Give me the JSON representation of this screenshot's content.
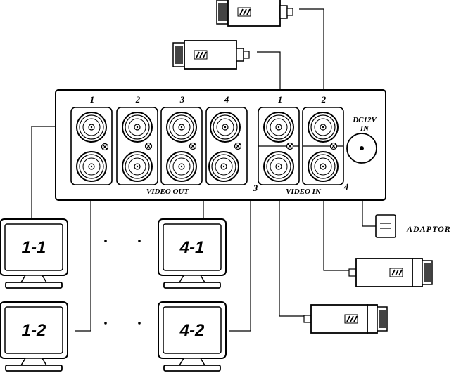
{
  "panel": {
    "out_numbers": [
      "1",
      "2",
      "3",
      "4"
    ],
    "in_numbers": [
      "1",
      "2"
    ],
    "in_numbers_lower": [
      "3",
      "4"
    ],
    "video_out_label": "VIDEO  OUT",
    "video_in_label": "VIDEO  IN",
    "dc_label_line1": "DC12V",
    "dc_label_line2": "IN"
  },
  "adaptor_label": "ADAPTOR",
  "monitors": [
    "1-1",
    "1-2",
    "4-1",
    "4-2"
  ]
}
